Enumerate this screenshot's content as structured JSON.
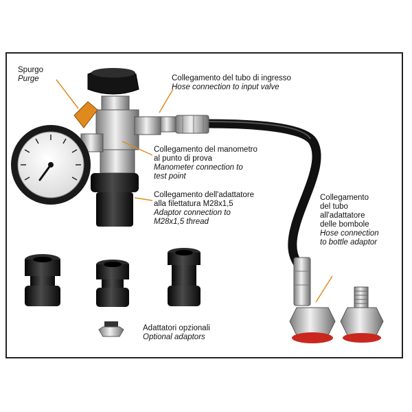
{
  "labels": {
    "purge": {
      "it": "Spurgo",
      "en": "Purge"
    },
    "input_hose": {
      "it": "Collegamento del tubo di ingresso",
      "en": "Hose connection to input valve"
    },
    "manometer": {
      "it": [
        "Collegamento del manometro",
        "al punto di prova"
      ],
      "en": [
        "Manometer connection to",
        "test point"
      ]
    },
    "adaptor_thread": {
      "it": [
        "Collegamento dell'adattatore",
        "alla filettatura M28x1,5"
      ],
      "en": [
        "Adaptor connection to",
        "M28x1,5 thread"
      ]
    },
    "bottle_hose": {
      "it": [
        "Collegamento",
        "del tubo",
        "all'adattatore",
        "delle bombole"
      ],
      "en": [
        "Hose connection",
        "to bottle adaptor"
      ]
    },
    "optional": {
      "it": "Adattatori opzionali",
      "en": "Optional adaptors"
    }
  },
  "colors": {
    "frame": "#222222",
    "rubber": "#1a1a1a",
    "metal": "#b9b9b9",
    "orange_lever": "#e08a1e",
    "red_seal": "#c8281e",
    "leader_line": "#e08a1e"
  }
}
